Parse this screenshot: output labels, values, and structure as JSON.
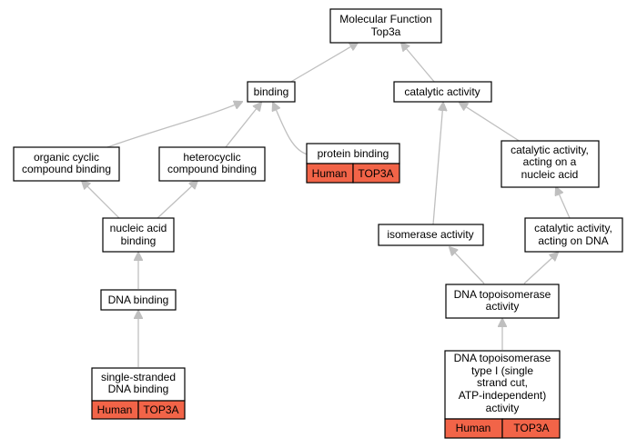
{
  "colors": {
    "annotation": "#f26448",
    "edge": "#bfbfbf",
    "border": "#000000"
  },
  "nodes": {
    "root": {
      "lines": [
        "Molecular Function",
        "Top3a"
      ]
    },
    "binding": {
      "lines": [
        "binding"
      ]
    },
    "catalytic": {
      "lines": [
        "catalytic activity"
      ]
    },
    "organic": {
      "lines": [
        "organic cyclic",
        "compound binding"
      ]
    },
    "heterocyclic": {
      "lines": [
        "heterocyclic",
        "compound binding"
      ]
    },
    "protein": {
      "lines": [
        "protein binding"
      ],
      "annotation": [
        "Human",
        "TOP3A"
      ]
    },
    "cat_nucleic": {
      "lines": [
        "catalytic activity,",
        "acting on a",
        "nucleic acid"
      ]
    },
    "nucleic": {
      "lines": [
        "nucleic acid",
        "binding"
      ]
    },
    "isomerase": {
      "lines": [
        "isomerase activity"
      ]
    },
    "cat_dna": {
      "lines": [
        "catalytic activity,",
        "acting on DNA"
      ]
    },
    "dna_binding": {
      "lines": [
        "DNA binding"
      ]
    },
    "topo": {
      "lines": [
        "DNA topoisomerase",
        "activity"
      ]
    },
    "ss_dna": {
      "lines": [
        "single-stranded",
        "DNA binding"
      ],
      "annotation": [
        "Human",
        "TOP3A"
      ]
    },
    "topo1": {
      "lines": [
        "DNA topoisomerase",
        "type I (single",
        "strand cut,",
        "ATP-independent)",
        "activity"
      ],
      "annotation": [
        "Human",
        "TOP3A"
      ]
    }
  }
}
